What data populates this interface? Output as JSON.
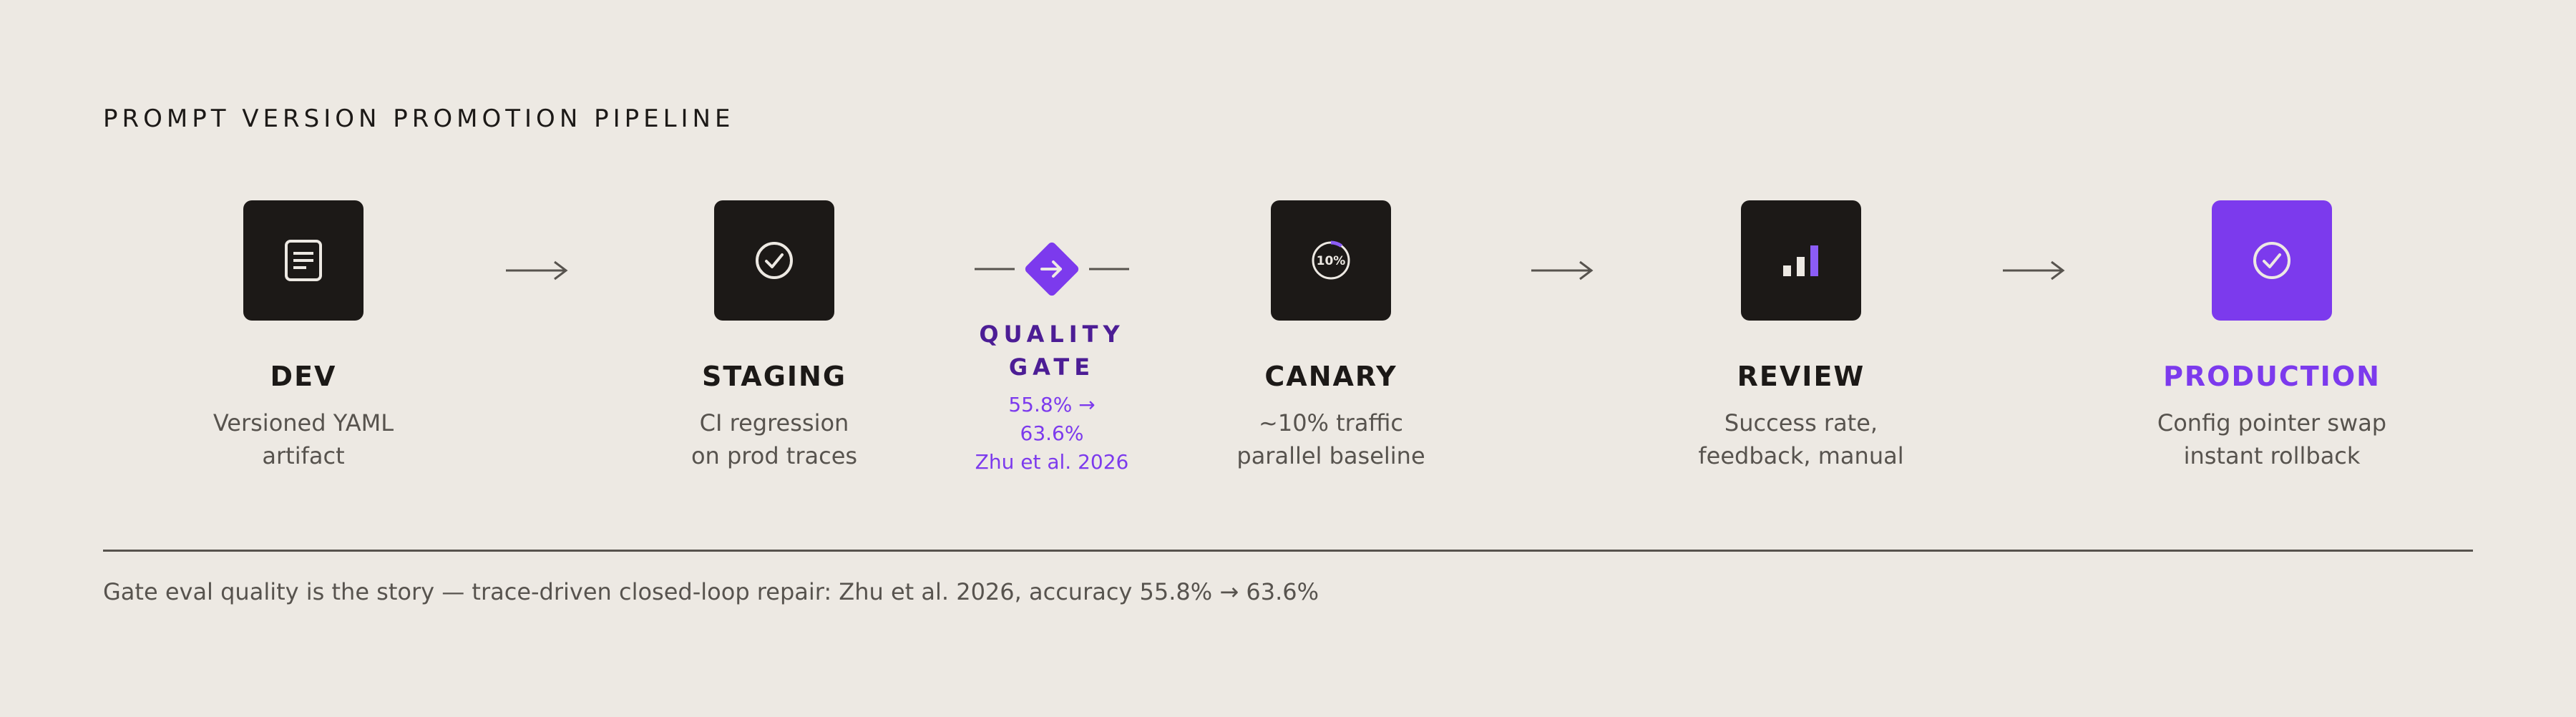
{
  "title": "PROMPT VERSION PROMOTION PIPELINE",
  "stages": [
    {
      "name": "DEV",
      "desc1": "Versioned YAML",
      "desc2": "artifact",
      "icon": "document-icon"
    },
    {
      "name": "STAGING",
      "desc1": "CI regression",
      "desc2": "on prod traces",
      "icon": "check-circle-icon"
    },
    {
      "name": "CANARY",
      "desc1": "~10% traffic",
      "desc2": "parallel baseline",
      "icon": "progress-ring-icon",
      "icon_text": "10%",
      "progress": 0.1
    },
    {
      "name": "REVIEW",
      "desc1": "Success rate,",
      "desc2": "feedback, manual",
      "icon": "bar-chart-icon"
    },
    {
      "name": "PRODUCTION",
      "desc1": "Config pointer swap",
      "desc2": "instant rollback",
      "icon": "check-circle-icon"
    }
  ],
  "gate": {
    "label1": "QUALITY",
    "label2": "GATE",
    "stat1": "55.8% →",
    "stat2": "63.6%",
    "source": "Zhu et al. 2026",
    "icon": "arrow-diamond-icon"
  },
  "footer": "Gate eval quality is the story — trace-driven closed-loop repair: Zhu et al. 2026, accuracy 55.8% → 63.6%",
  "colors": {
    "background": "#ede9e3",
    "dark": "#1c1917",
    "accent": "#7c3aed",
    "gate_text": "#4c1d95",
    "muted": "#57534e"
  }
}
